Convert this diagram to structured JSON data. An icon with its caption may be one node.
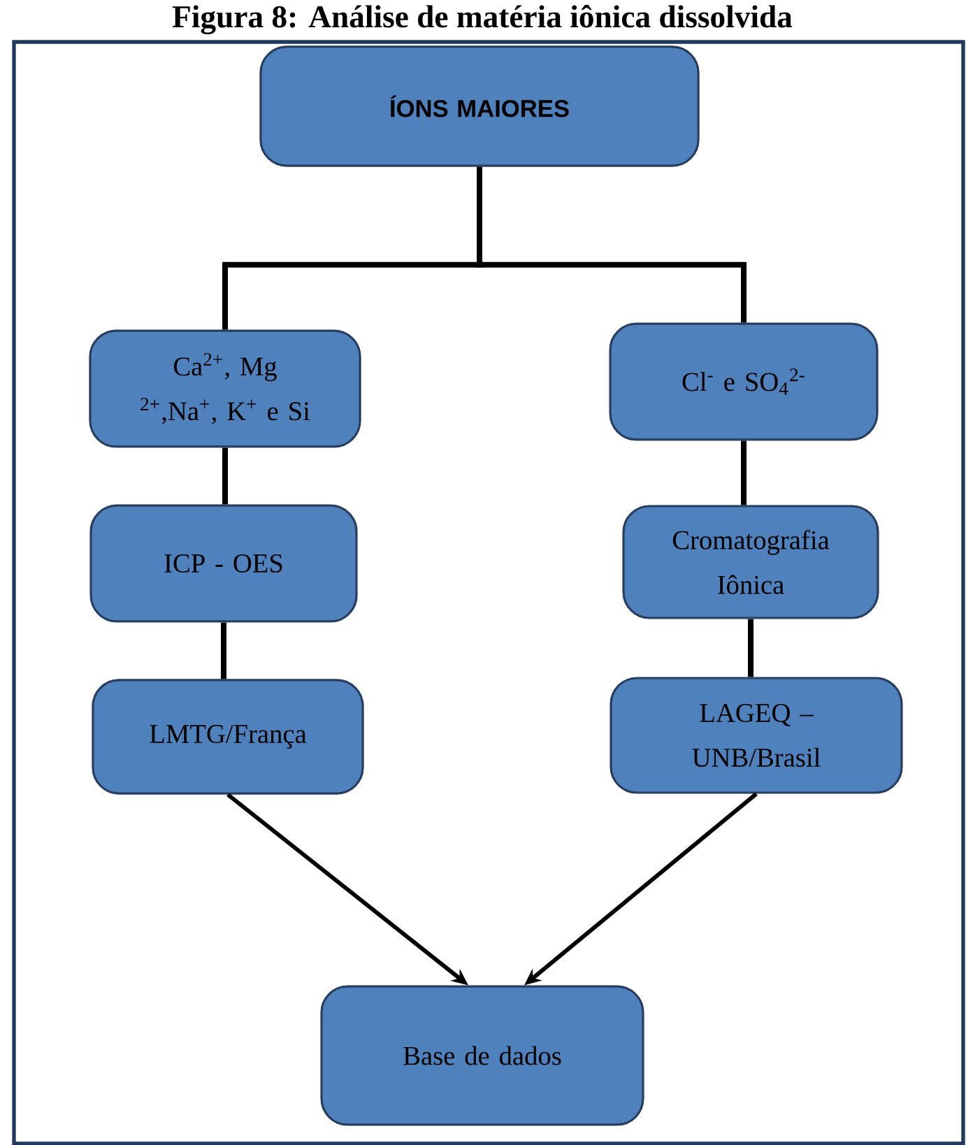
{
  "diagram": {
    "title": "Figura 8: Análise de matéria iônica dissolvida",
    "nodes": [
      {
        "text": [
          "ÍONS MAIORES"
        ]
      },
      {
        "text": [
          "Ca$^{2+}$, Mg $^{2+}$,Na$^{+}$, K$^{+}$ e Si"
        ]
      },
      {
        "text": [
          "Cl$^{-}$ e SO$_{4}$$^{2-}$"
        ]
      },
      {
        "text": [
          "ICP - OES"
        ]
      },
      {
        "text": [
          "Cromatografia Iônica"
        ]
      },
      {
        "text": [
          "LMTG/França"
        ]
      },
      {
        "text": [
          "LAGEQ – UNB/Brasil"
        ]
      },
      {
        "text": [
          "Base de dados"
        ]
      }
    ],
    "edges": [
      {
        "from": 0,
        "to": 1,
        "arrow": "none"
      },
      {
        "from": 0,
        "to": 2,
        "arrow": "none"
      },
      {
        "from": 1,
        "to": 3,
        "arrow": "none"
      },
      {
        "from": 3,
        "to": 5,
        "arrow": "none"
      },
      {
        "from": 2,
        "to": 4,
        "arrow": "none"
      },
      {
        "from": 4,
        "to": 6,
        "arrow": "none"
      },
      {
        "from": 5,
        "to": 7,
        "arrow": "to"
      },
      {
        "from": 6,
        "to": 7,
        "arrow": "to"
      }
    ]
  }
}
